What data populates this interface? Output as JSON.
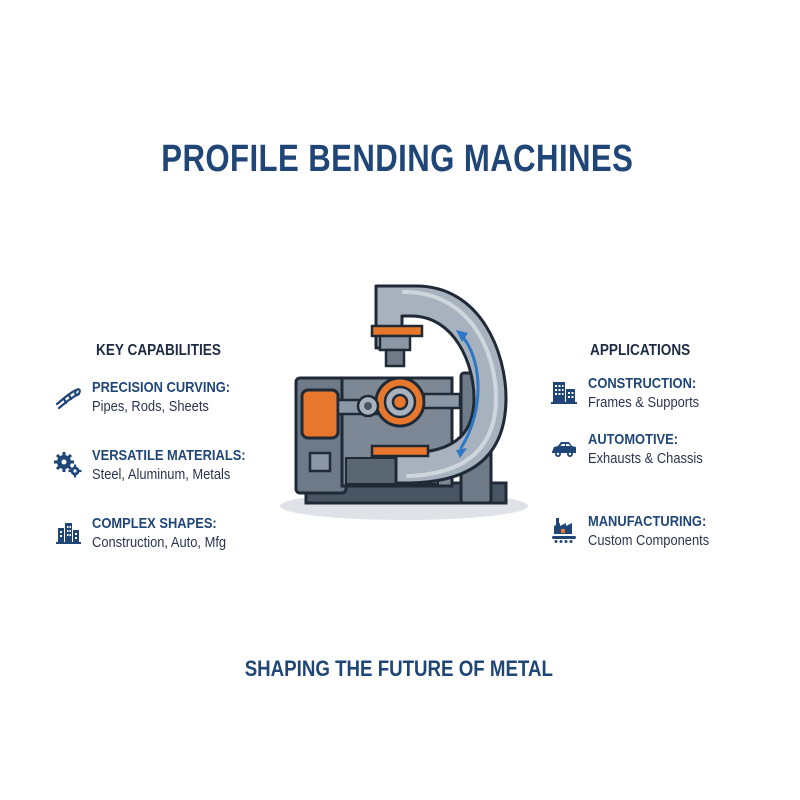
{
  "title": "PROFILE BENDING MACHINES",
  "left_panel": {
    "heading": "KEY CAPABILITIES",
    "items": [
      {
        "icon": "pipe-icon",
        "title": "PRECISION CURVING:",
        "subtitle": "Pipes, Rods, Sheets"
      },
      {
        "icon": "gears-icon",
        "title": "VERSATILE MATERIALS:",
        "subtitle": "Steel, Aluminum, Metals"
      },
      {
        "icon": "building-icon",
        "title": "COMPLEX SHAPES:",
        "subtitle": "Construction, Auto, Mfg"
      }
    ]
  },
  "right_panel": {
    "heading": "APPLICATIONS",
    "items": [
      {
        "icon": "building-icon",
        "title": "CONSTRUCTION:",
        "subtitle": "Frames & Supports"
      },
      {
        "icon": "car-icon",
        "title": "AUTOMOTIVE:",
        "subtitle": "Exhausts & Chassis"
      },
      {
        "icon": "factory-icon",
        "title": "MANUFACTURING:",
        "subtitle": "Custom Components"
      }
    ]
  },
  "tagline": "SHAPING THE FUTURE OF METAL",
  "colors": {
    "navy": "#1f4677",
    "accent_orange": "#e8772e",
    "steel_gray": "#7d8896",
    "arrow_blue": "#2c78c6"
  }
}
